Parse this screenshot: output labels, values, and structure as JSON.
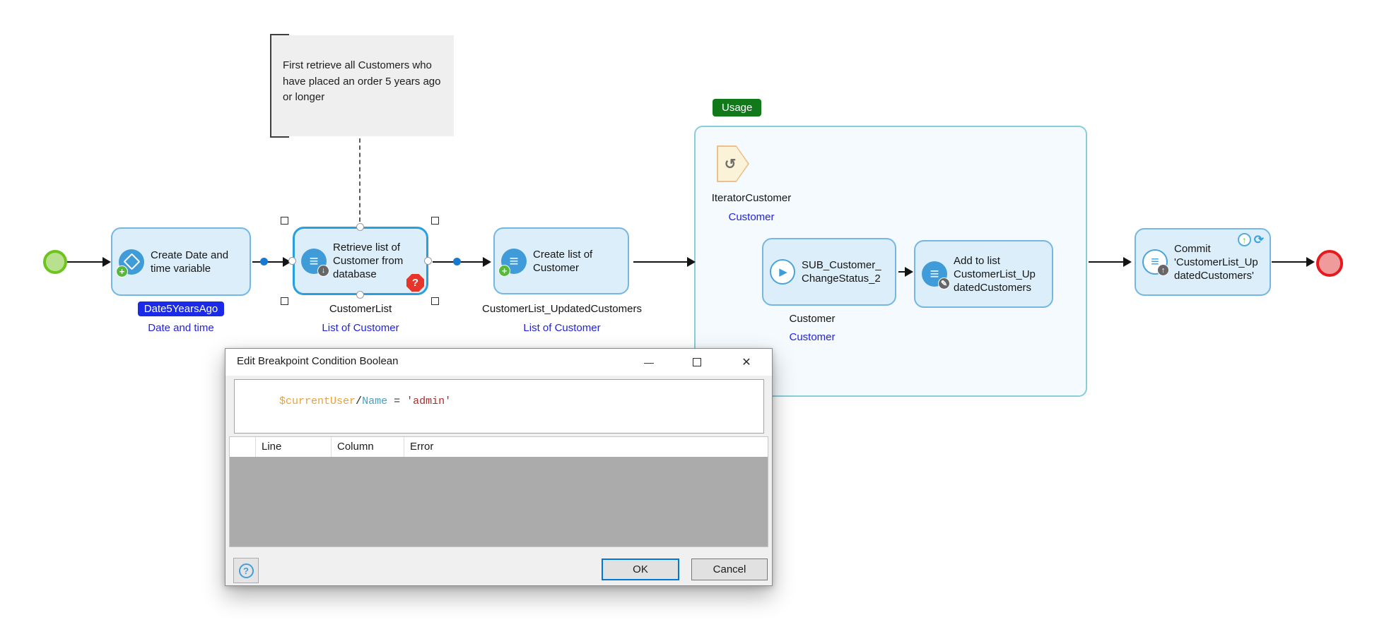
{
  "diagram": {
    "annotation": {
      "text": "First retrieve all Customers who have placed an order 5 years ago or longer"
    },
    "usage_label": "Usage",
    "nodes": {
      "create_variable": {
        "label": "Create Date and time variable",
        "output_name": "Date5YearsAgo",
        "output_type": "Date and time",
        "icon": "create-variable-icon"
      },
      "retrieve": {
        "label": "Retrieve list of Customer from database",
        "output_name": "CustomerList",
        "output_type": "List of Customer",
        "icon": "retrieve-icon",
        "selected": true
      },
      "create_list": {
        "label": "Create list of Customer",
        "output_name": "CustomerList_UpdatedCustomers",
        "output_type": "List of Customer",
        "icon": "create-list-icon"
      },
      "iterator": {
        "label": "IteratorCustomer",
        "output_type": "Customer",
        "icon": "loop-iterator-icon"
      },
      "sub_call": {
        "label": "SUB_Customer_ChangeStatus_2",
        "output_name": "Customer",
        "output_type": "Customer",
        "icon": "call-microflow-icon"
      },
      "add_to_list": {
        "label": "Add to list CustomerList_UpdatedCustomers",
        "icon": "change-list-icon"
      },
      "commit": {
        "label": "Commit 'CustomerList_UpdatedCustomers'",
        "icon": "commit-icon"
      }
    }
  },
  "icons": {
    "list_glyph": "≡",
    "plus_glyph": "+",
    "download_glyph": "↓",
    "edit_glyph": "✎",
    "upload_glyph": "↑",
    "play_glyph": "▶",
    "sync_glyph": "⟳",
    "loop_glyph": "↺",
    "help_glyph": "?",
    "breakpoint_glyph": "?",
    "minimize_glyph": "—",
    "close_glyph": "✕"
  },
  "dialog": {
    "title": "Edit Breakpoint Condition Boolean",
    "expression": {
      "value": "$currentUser/Name = 'admin'",
      "tokens": [
        {
          "text": "$currentUser",
          "color": "#E8A13C"
        },
        {
          "text": "/",
          "color": "#1A1A1A"
        },
        {
          "text": "Name",
          "color": "#3BA3C4"
        },
        {
          "text": " = ",
          "color": "#3A3A3A"
        },
        {
          "text": "'admin'",
          "color": "#AF2B2B"
        }
      ]
    },
    "table": {
      "columns": [
        "Line",
        "Column",
        "Error"
      ]
    },
    "buttons": {
      "ok": "OK",
      "cancel": "Cancel"
    }
  },
  "colors": {
    "node_fill": "#DCEEF9",
    "node_border": "#74B7E2",
    "selection_blue": "#2B9FDE",
    "start_green_border": "#6CC41C",
    "start_green_fill": "#B9E08E",
    "end_red_border": "#E6191E",
    "end_red_fill": "#F09B9B",
    "usage_green": "#12791B",
    "breakpoint_red": "#E6352A",
    "variable_badge_blue": "#1A2AE8",
    "type_text_blue": "#2222E0",
    "connector_dot_blue": "#1779D0",
    "loop_border": "#89CCDB",
    "ok_button_border": "#0078D7"
  }
}
